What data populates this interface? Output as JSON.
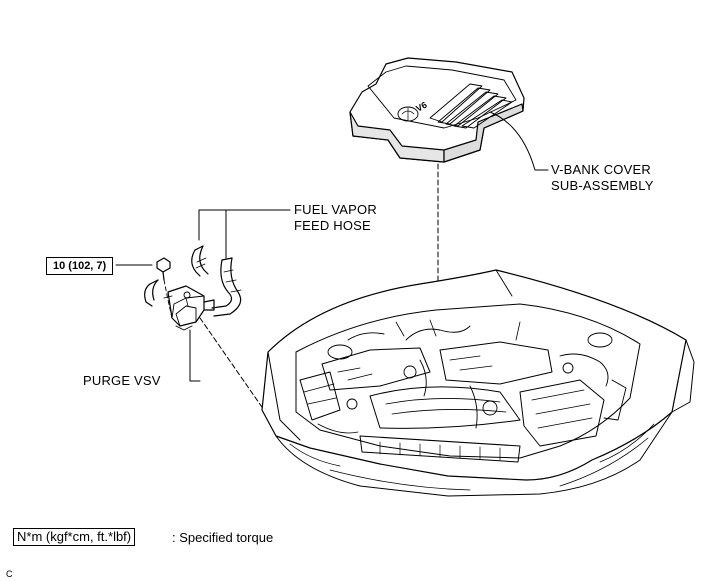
{
  "callouts": {
    "v_bank_cover_line1": "V-BANK COVER",
    "v_bank_cover_line2": "SUB-ASSEMBLY",
    "fuel_vapor_line1": "FUEL VAPOR",
    "fuel_vapor_line2": "FEED HOSE",
    "purge_vsv": "PURGE VSV",
    "torque_value": "10 (102, 7)"
  },
  "cover_emblem": "V6",
  "legend": {
    "torque_units": "N*m (kgf*cm, ft.*lbf)",
    "description": ": Specified torque"
  },
  "corner_mark": "C"
}
